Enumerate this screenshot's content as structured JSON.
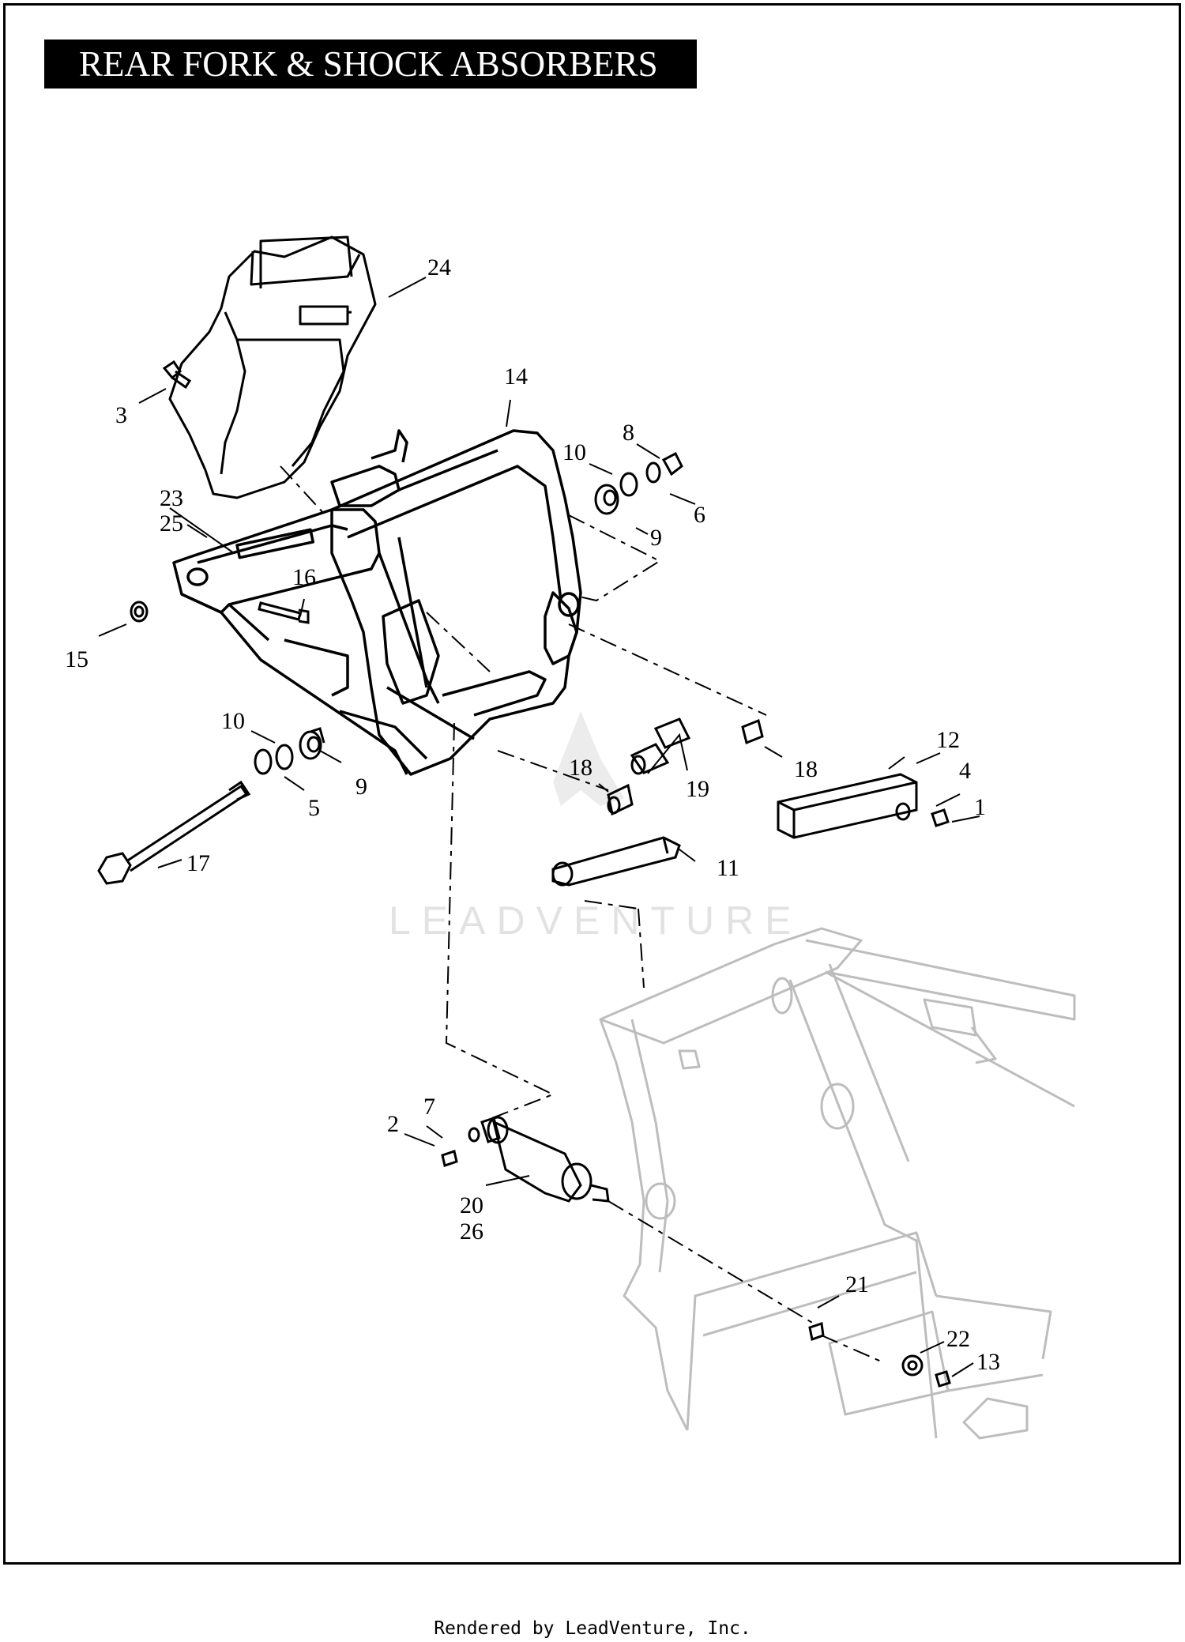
{
  "title": "REAR FORK & SHOCK ABSORBERS",
  "watermark": "LEADVENTURE",
  "footer": "Rendered by LeadVenture, Inc.",
  "colors": {
    "ink": "#000000",
    "frame_ghost": "#bdbdbd",
    "watermark": "#e2e2e2"
  },
  "callouts": {
    "c1": "1",
    "c2": "2",
    "c3": "3",
    "c4": "4",
    "c5": "5",
    "c6": "6",
    "c7": "7",
    "c8": "8",
    "c9a": "9",
    "c9b": "9",
    "c10a": "10",
    "c10b": "10",
    "c11": "11",
    "c12": "12",
    "c13": "13",
    "c14": "14",
    "c15": "15",
    "c16": "16",
    "c17": "17",
    "c18a": "18",
    "c18b": "18",
    "c19": "19",
    "c20": "20",
    "c21": "21",
    "c22": "22",
    "c23": "23",
    "c24": "24",
    "c25": "25",
    "c26": "26"
  }
}
